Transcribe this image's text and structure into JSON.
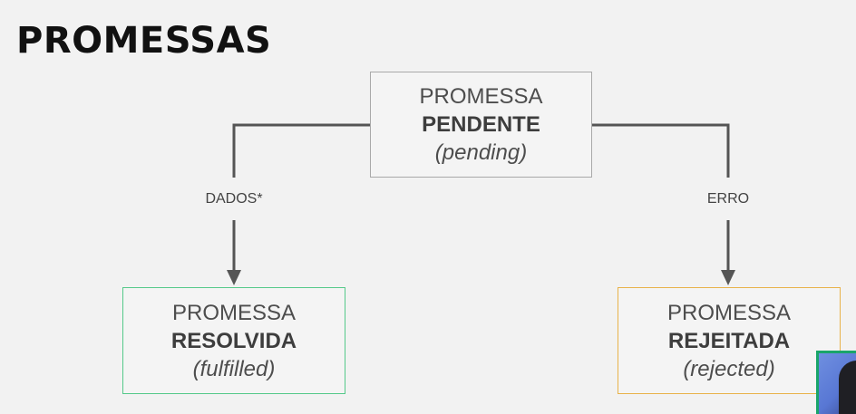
{
  "title": "PROMESSAS",
  "states": {
    "pending": {
      "line1": "PROMESSA",
      "line2": "PENDENTE",
      "line3": "(pending)",
      "border_color": "#a9a9a9"
    },
    "fulfilled": {
      "line1": "PROMESSA",
      "line2": "RESOLVIDA",
      "line3": "(fulfilled)",
      "border_color": "#55c98a"
    },
    "rejected": {
      "line1": "PROMESSA",
      "line2": "REJEITADA",
      "line3": "(rejected)",
      "border_color": "#e8b24a"
    }
  },
  "edges": {
    "to_fulfilled": {
      "label": "DADOS*"
    },
    "to_rejected": {
      "label": "ERRO"
    }
  },
  "colors": {
    "background": "#f2f2f2",
    "connector": "#555555",
    "title": "#111111"
  }
}
